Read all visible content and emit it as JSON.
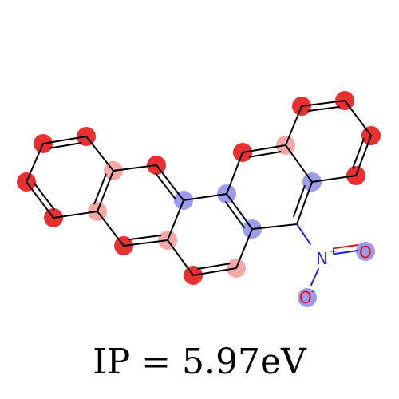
{
  "caption": {
    "text": "IP = 5.97eV"
  },
  "molecule": {
    "atom_labels": {
      "nitrogen": {
        "symbol": "N",
        "charge": "+"
      },
      "oxygen_double": {
        "symbol": "O",
        "charge": ""
      },
      "oxygen_single": {
        "symbol": "O",
        "charge": "-"
      }
    },
    "colors": {
      "bond": "#000000",
      "nitrogen": "#1f1fe0",
      "oxygen": "#e01010",
      "strong_positive": "#e83030",
      "light_positive": "#f4a8a8",
      "negative": "#9c9cec"
    }
  }
}
